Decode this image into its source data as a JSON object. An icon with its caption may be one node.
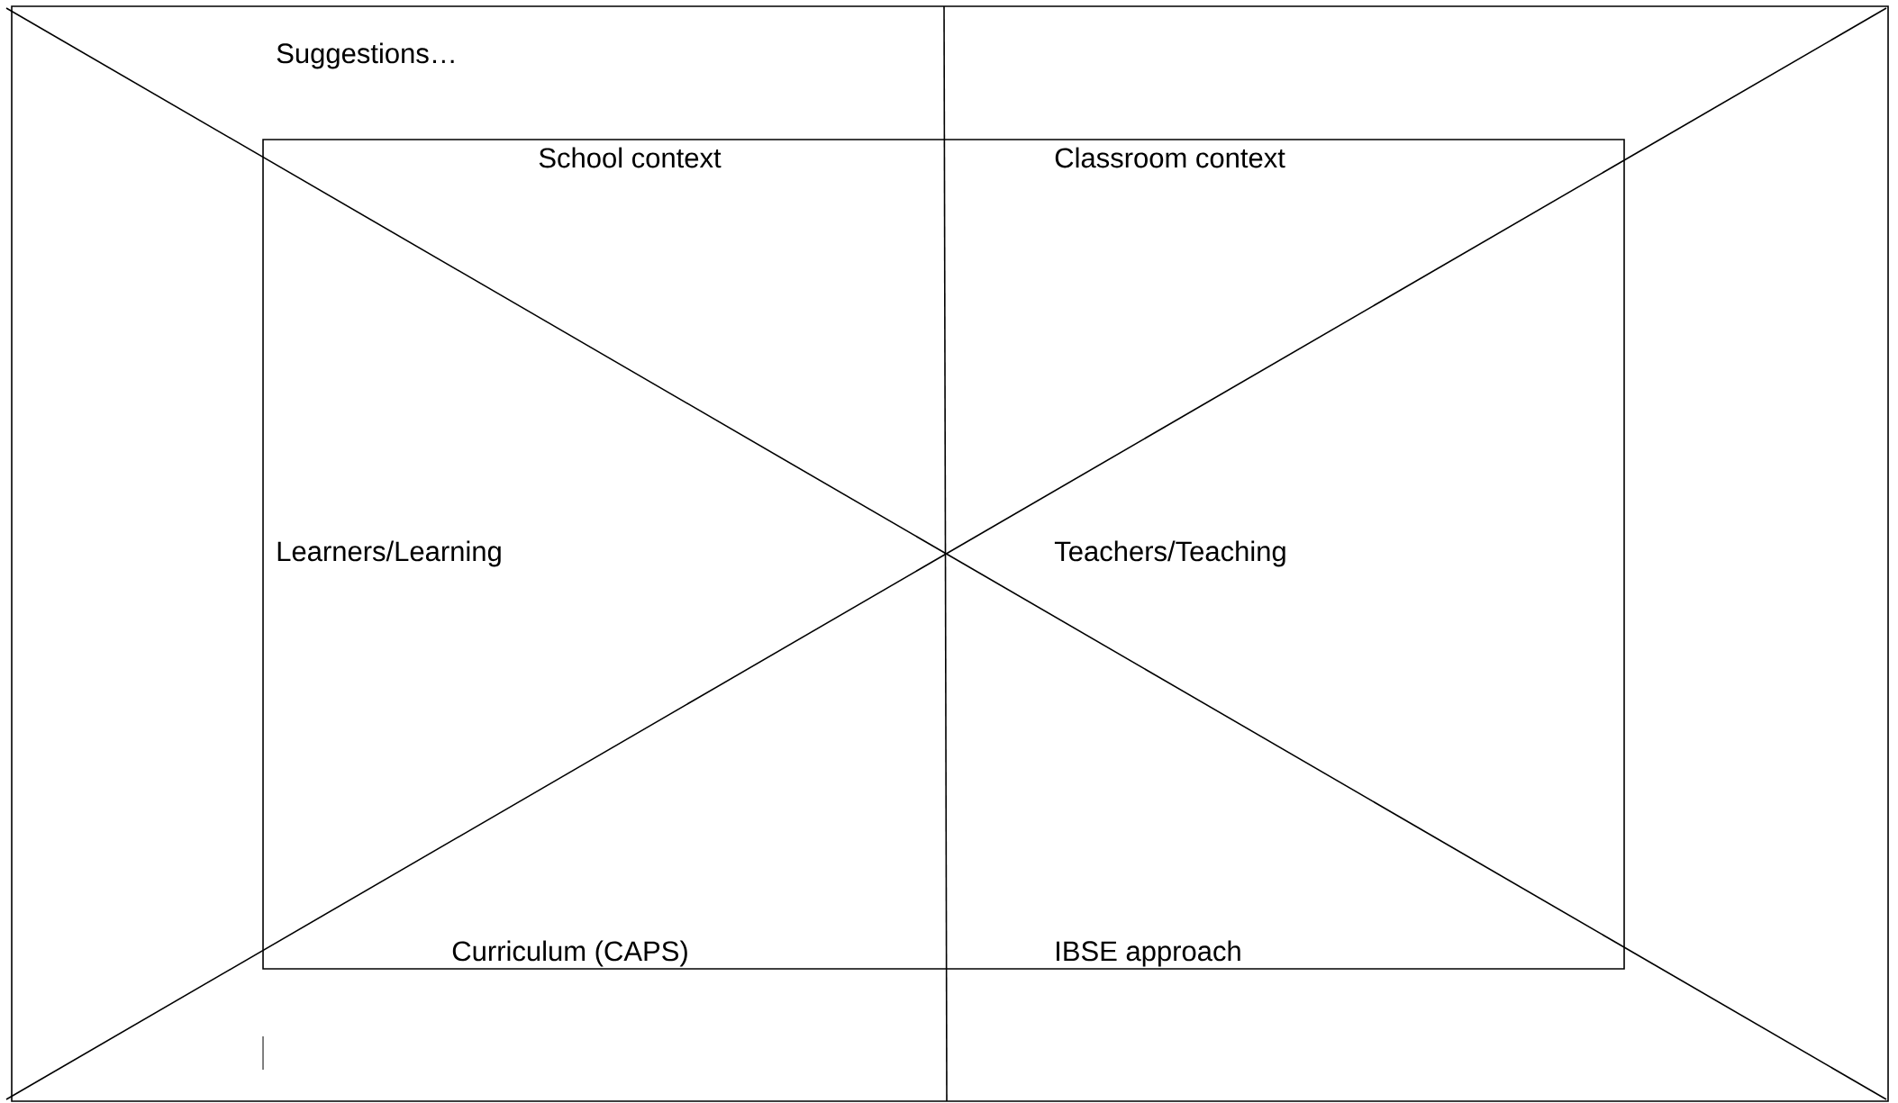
{
  "diagram": {
    "nodes": [
      {
        "text": [
          "Suggestions…"
        ]
      },
      {
        "text": [
          "School context",
          "Classroom context",
          "Learners/Learning",
          "Teachers/Teaching",
          "Curriculum (CAPS)",
          "IBSE approach"
        ],
        "in": 0
      }
    ]
  }
}
